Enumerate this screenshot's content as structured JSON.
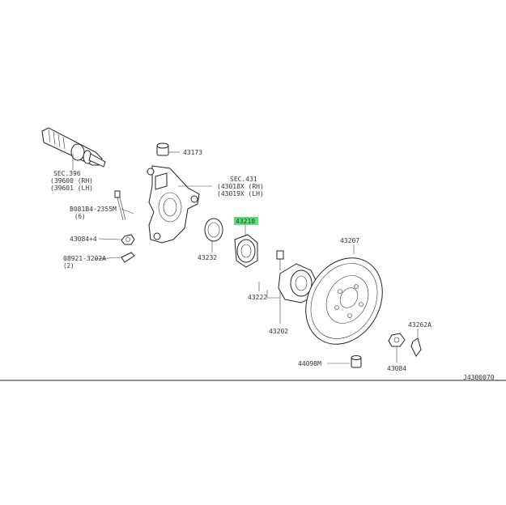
{
  "labels": {
    "sec396": "SEC.396",
    "p39600": "(39600 (RH)",
    "p39601": "(39601 (LH)",
    "p43173": "43173",
    "sec431": "SEC.431",
    "p43018x": "(43018X (RH)",
    "p43019x": "(43019X (LH)",
    "bolt_ref": "B081B4-2355M",
    "bolt_qty": "(6)",
    "p43084_4": "43084+4",
    "pin_ref": "08921-3202A",
    "pin_qty": "(2)",
    "p43210": "43210",
    "p43232": "43232",
    "p43207": "43207",
    "p43222": "43222",
    "p43202": "43202",
    "p43262a": "43262A",
    "p44098m": "44098M",
    "p43084": "43084",
    "diagram_code": "J4300070"
  },
  "colors": {
    "highlight": "#4cd96a",
    "line": "#222222"
  }
}
